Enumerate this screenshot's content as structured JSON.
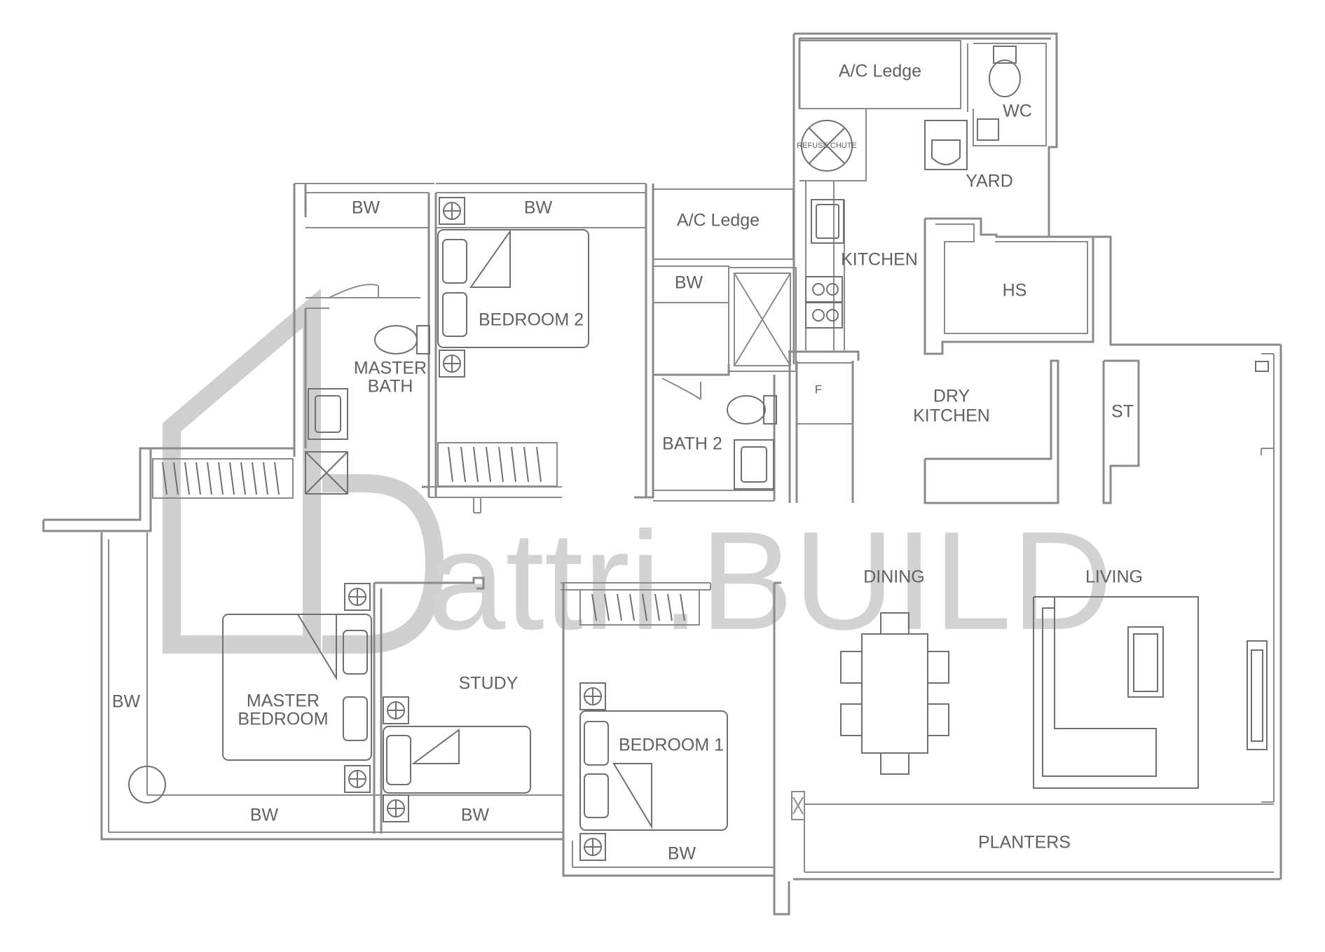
{
  "rooms": {
    "ac_ledge_top": "A/C Ledge",
    "wc": "WC",
    "refuse_chute": "REFUSE CHUTE",
    "yard": "YARD",
    "bw_top_left": "BW",
    "bw_top_mid": "BW",
    "ac_ledge_mid": "A/C Ledge",
    "kitchen": "KITCHEN",
    "hs": "HS",
    "bw_bath2": "BW",
    "bedroom_2": "BEDROOM 2",
    "master_bath_line1": "MASTER",
    "master_bath_line2": "BATH",
    "fridge": "F",
    "dry_kitchen_line1": "DRY",
    "dry_kitchen_line2": "KITCHEN",
    "st": "ST",
    "bath_2": "BATH 2",
    "dining": "DINING",
    "living": "LIVING",
    "study": "STUDY",
    "bw_left": "BW",
    "master_bedroom_line1": "MASTER",
    "master_bedroom_line2": "BEDROOM",
    "bedroom_1": "BEDROOM 1",
    "bw_bottom_master": "BW",
    "bw_bottom_study": "BW",
    "bw_bottom_bed1": "BW",
    "planters": "PLANTERS"
  },
  "watermark": {
    "text": "attri.BUILD"
  }
}
